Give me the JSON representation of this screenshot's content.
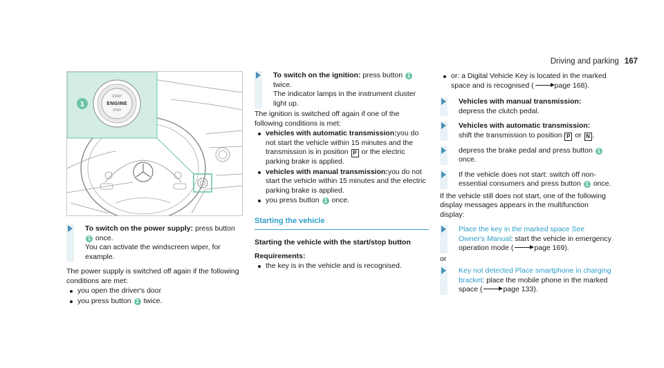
{
  "header": {
    "section": "Driving and parking",
    "page": "167"
  },
  "illustration": {
    "callout": "1",
    "button_lines": [
      "START",
      "ENGINE",
      "STOP"
    ]
  },
  "col1": {
    "step1": {
      "bold": "To switch on the power supply:",
      "text": " press button ",
      "num": "1",
      "text2": " once.",
      "line2": "You can activate the windscreen wiper, for example."
    },
    "para": "The power supply is switched off again if the following conditions are met:",
    "bullet1": "you open the driver's door",
    "bullet2_a": "you press button ",
    "bullet2_num": "1",
    "bullet2_b": " twice."
  },
  "col2": {
    "step1": {
      "bold": "To switch on the ignition:",
      "text": " press button ",
      "num": "1",
      "line2": "twice.",
      "line3": "The indicator lamps in the instrument cluster light up."
    },
    "para": "The ignition is switched off again if one of the following conditions is met:",
    "bullet1_bold": "vehicles with automatic transmission:",
    "bullet1_a": "you do not start the vehicle within 15 minutes and the transmission is in position ",
    "bullet1_gear1": "P",
    "bullet1_b": " or the electric parking brake is applied.",
    "bullet2_bold": "vehicles with manual transmission:",
    "bullet2_text": "you do not start the vehicle within 15 minutes and the electric parking brake is applied.",
    "bullet3_a": "you press button ",
    "bullet3_num": "1",
    "bullet3_b": " once.",
    "section_title": "Starting the vehicle",
    "sub_title": "Starting the vehicle with the start/stop button",
    "req_label": "Requirements:",
    "req_bullet": "the key is in the vehicle and is recognised."
  },
  "col3": {
    "bullet1_a": "or: a Digital Vehicle Key is located in the marked space and is recognised (",
    "bullet1_ref": "page 168",
    "bullet1_b": ").",
    "step1_bold": "Vehicles with manual transmission:",
    "step1_text": "depress the clutch pedal.",
    "step2_bold": "Vehicles with automatic transmission:",
    "step2_text_a": "shift the transmission to position ",
    "step2_gear1": "P",
    "step2_or": " or ",
    "step2_gear2": "N",
    "step2_end": ".",
    "step3_a": "depress the brake pedal and press button ",
    "step3_num": "1",
    "step3_b": " once.",
    "step4_a": "If the vehicle does not start: switch off non-essential consumers and press button ",
    "step4_num": "1",
    "step4_b": " once.",
    "para": "If the vehicle still does not start, one of the following display messages appears in the multifunction display:",
    "step5_teal": "Place the key in the marked space See Owner's Manual",
    "step5_a": ": start the vehicle in emergency operation mode (",
    "step5_ref": "page 169",
    "step5_b": ").",
    "or": "or",
    "step6_teal": "Key not detected Place smartphone in charging bracket",
    "step6_a": ": place the mobile phone in the marked space (",
    "step6_ref": "page 133",
    "step6_b": ")."
  }
}
